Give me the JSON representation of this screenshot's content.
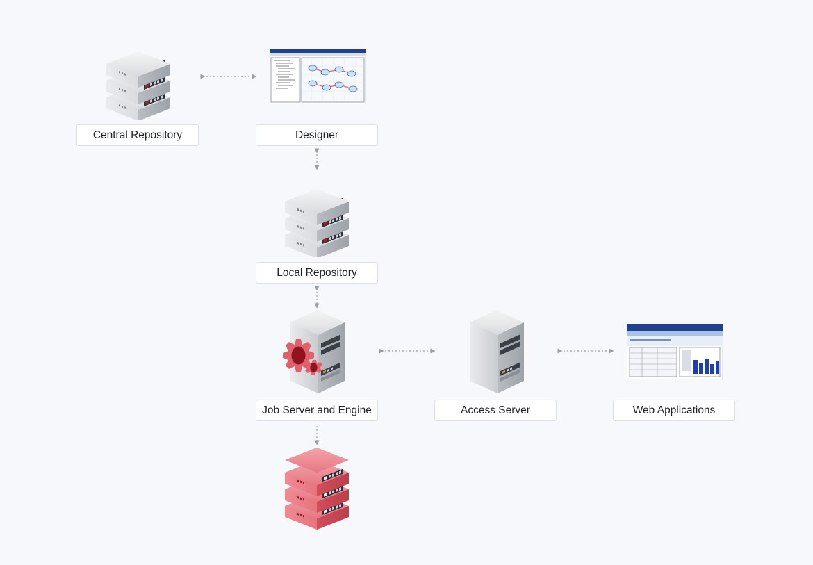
{
  "colors": {
    "background": "#f7f8fb",
    "label_border": "#dcdfe4",
    "connector": "#9aa0a8",
    "server_gray": "#cfd2d6",
    "server_red": "#e0606c",
    "accent_red": "#b01c2e"
  },
  "nodes": {
    "central_repository": {
      "label": "Central Repository",
      "icon": "server-stack-icon"
    },
    "designer": {
      "label": "Designer",
      "icon": "designer-screenshot-icon"
    },
    "local_repository": {
      "label": "Local Repository",
      "icon": "server-stack-icon"
    },
    "job_server": {
      "label": "Job Server and Engine",
      "icon": "tower-server-with-gear-icon"
    },
    "access_server": {
      "label": "Access Server",
      "icon": "tower-server-icon"
    },
    "web_applications": {
      "label": "Web Applications",
      "icon": "web-app-screenshot-icon"
    },
    "target_database": {
      "label": "",
      "icon": "red-server-stack-icon"
    }
  },
  "edges": [
    {
      "from": "central_repository",
      "to": "designer",
      "style": "dotted-bidirectional"
    },
    {
      "from": "designer",
      "to": "local_repository",
      "style": "dotted-bidirectional"
    },
    {
      "from": "local_repository",
      "to": "job_server",
      "style": "dotted-bidirectional"
    },
    {
      "from": "job_server",
      "to": "access_server",
      "style": "dotted-bidirectional"
    },
    {
      "from": "access_server",
      "to": "web_applications",
      "style": "dotted-bidirectional"
    },
    {
      "from": "job_server",
      "to": "target_database",
      "style": "dotted-directed"
    }
  ]
}
